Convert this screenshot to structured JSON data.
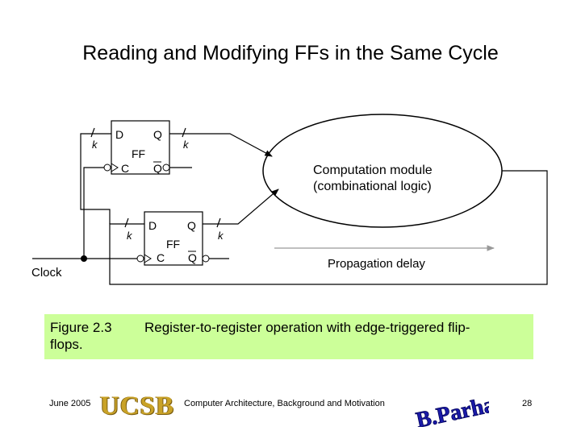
{
  "title": "Reading and Modifying FFs in the Same Cycle",
  "diagram": {
    "ff_top": {
      "d": "D",
      "q": "Q",
      "name": "FF",
      "c": "C",
      "qbar": "Q"
    },
    "ff_bottom": {
      "d": "D",
      "q": "Q",
      "name": "FF",
      "c": "C",
      "qbar": "Q"
    },
    "bus_width": "k",
    "module_line1": "Computation module",
    "module_line2": "(combinational logic)",
    "clock_label": "Clock",
    "propagation_label": "Propagation delay"
  },
  "caption": {
    "label": "Figure 2.3",
    "text": "Register-to-register operation with edge-triggered flip-",
    "continuation": "flops."
  },
  "footer": {
    "date": "June 2005",
    "course": "Computer Architecture, Background and Motivation",
    "page": "28",
    "institution_logo": "UCSB",
    "author_logo": "B. Parhami"
  },
  "colors": {
    "caption_bg": "#ccff99",
    "propagation_arrow": "#999999",
    "ucsb_gold": "#c9a227",
    "author_blue": "#1a1aa8"
  }
}
